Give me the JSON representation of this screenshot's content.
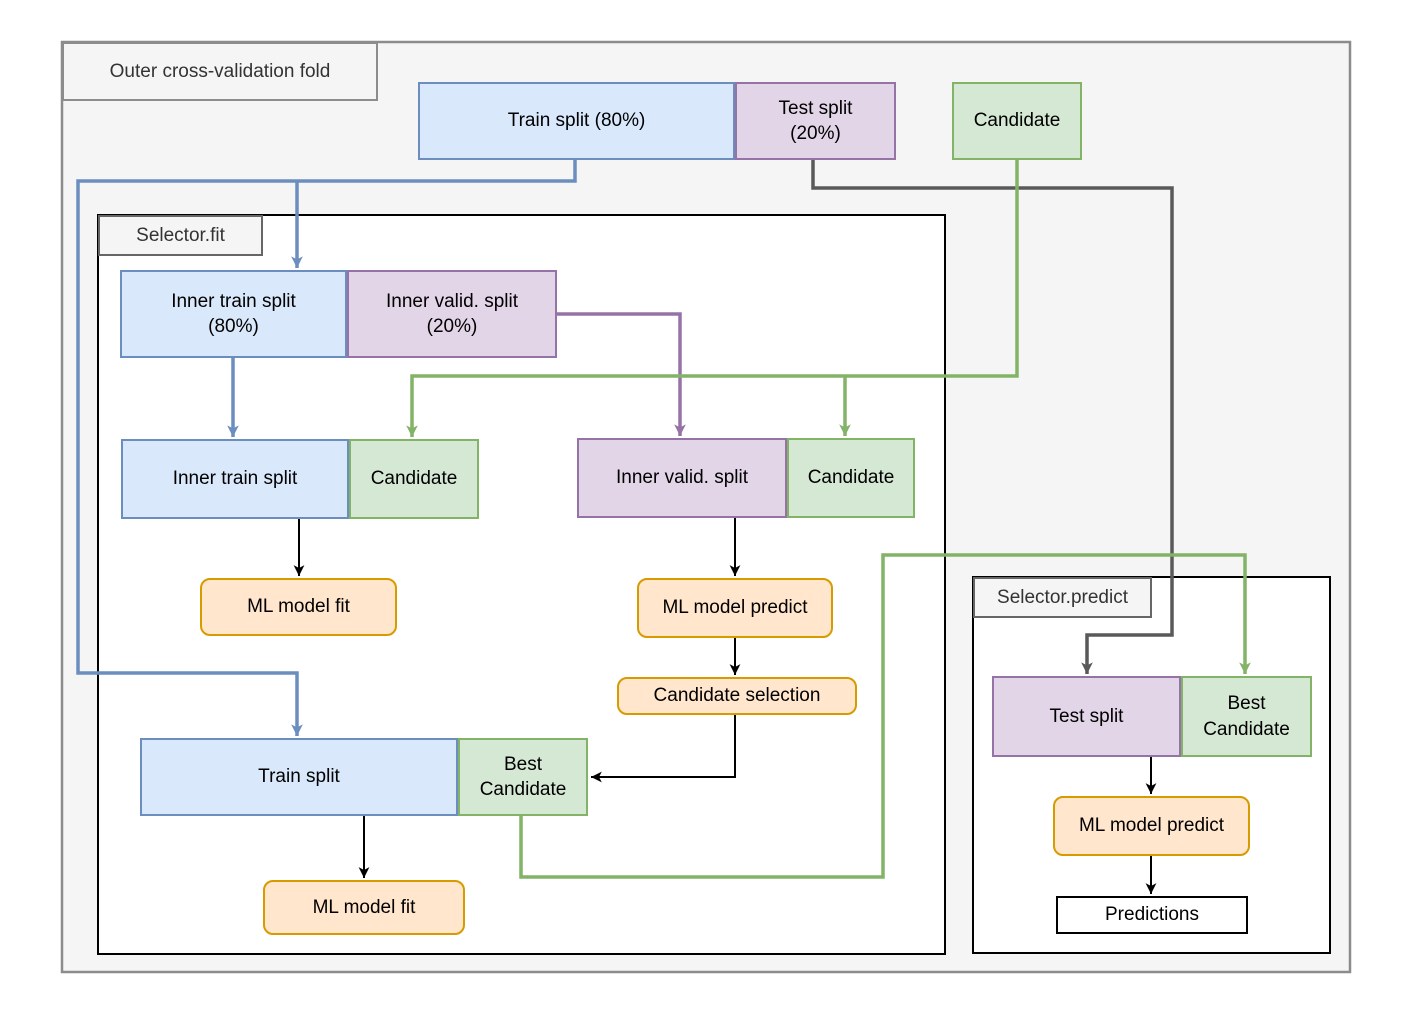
{
  "diagram": {
    "containers": {
      "outer": {
        "label": "Outer cross-validation fold"
      },
      "selector_fit": {
        "label": "Selector.fit"
      },
      "selector_predict": {
        "label": "Selector.predict"
      }
    },
    "nodes": {
      "train_split_outer": {
        "label": "Train split (80%)",
        "color": "blue"
      },
      "test_split_outer": {
        "label": "Test split\n(20%)",
        "color": "purple"
      },
      "candidate_outer": {
        "label": "Candidate",
        "color": "green"
      },
      "inner_train_80": {
        "label": "Inner train split\n(80%)",
        "color": "blue"
      },
      "inner_valid_20": {
        "label": "Inner valid. split\n(20%)",
        "color": "purple"
      },
      "inner_train_2": {
        "label": "Inner train split",
        "color": "blue"
      },
      "candidate_row2_left": {
        "label": "Candidate",
        "color": "green"
      },
      "inner_valid_2": {
        "label": "Inner valid. split",
        "color": "purple"
      },
      "candidate_row2_right": {
        "label": "Candidate",
        "color": "green"
      },
      "ml_model_fit_1": {
        "label": "ML model fit",
        "color": "orange"
      },
      "ml_model_predict_1": {
        "label": "ML model predict",
        "color": "orange"
      },
      "candidate_selection": {
        "label": "Candidate selection",
        "color": "orange"
      },
      "train_split_inner": {
        "label": "Train split",
        "color": "blue"
      },
      "best_candidate_fit": {
        "label": "Best\nCandidate",
        "color": "green"
      },
      "ml_model_fit_2": {
        "label": "ML model fit",
        "color": "orange"
      },
      "test_split_predict": {
        "label": "Test split",
        "color": "purple"
      },
      "best_candidate_pred": {
        "label": "Best\nCandidate",
        "color": "green"
      },
      "ml_model_predict_2": {
        "label": "ML model predict",
        "color": "orange"
      },
      "predictions": {
        "label": "Predictions",
        "color": "white"
      }
    },
    "edges": [
      {
        "from": "train_split_outer",
        "to": "inner_train_80",
        "color": "#6c8ebf"
      },
      {
        "from": "train_split_outer",
        "to": "train_split_inner",
        "color": "#6c8ebf"
      },
      {
        "from": "inner_train_80",
        "to": "inner_train_2",
        "color": "#6c8ebf"
      },
      {
        "from": "inner_valid_20",
        "to": "inner_valid_2",
        "color": "#9673a6"
      },
      {
        "from": "candidate_outer",
        "to": "candidate_row2_left",
        "color": "#82b366"
      },
      {
        "from": "candidate_outer",
        "to": "candidate_row2_right",
        "color": "#82b366"
      },
      {
        "from": "test_split_outer",
        "to": "test_split_predict",
        "color": "#595959"
      },
      {
        "from": "inner_train_2",
        "to": "ml_model_fit_1",
        "color": "#000000"
      },
      {
        "from": "inner_valid_2",
        "to": "ml_model_predict_1",
        "color": "#000000"
      },
      {
        "from": "ml_model_predict_1",
        "to": "candidate_selection",
        "color": "#000000"
      },
      {
        "from": "candidate_selection",
        "to": "best_candidate_fit",
        "color": "#000000"
      },
      {
        "from": "train_split_inner",
        "to": "ml_model_fit_2",
        "color": "#000000"
      },
      {
        "from": "best_candidate_fit",
        "to": "best_candidate_pred",
        "color": "#82b366"
      },
      {
        "from": "test_split_predict",
        "to": "ml_model_predict_2",
        "color": "#000000"
      },
      {
        "from": "ml_model_predict_2",
        "to": "predictions",
        "color": "#000000"
      }
    ],
    "palette": {
      "blue_fill": "#dae8fc",
      "blue_stroke": "#6c8ebf",
      "purple_fill": "#e1d5e7",
      "purple_stroke": "#9673a6",
      "green_fill": "#d5e8d4",
      "green_stroke": "#82b366",
      "orange_fill": "#ffe6cc",
      "orange_stroke": "#d79b00",
      "container_fill": "#f5f5f5",
      "container_stroke": "#8c8c8c",
      "panel_stroke": "#000000",
      "gray_edge": "#595959"
    }
  }
}
